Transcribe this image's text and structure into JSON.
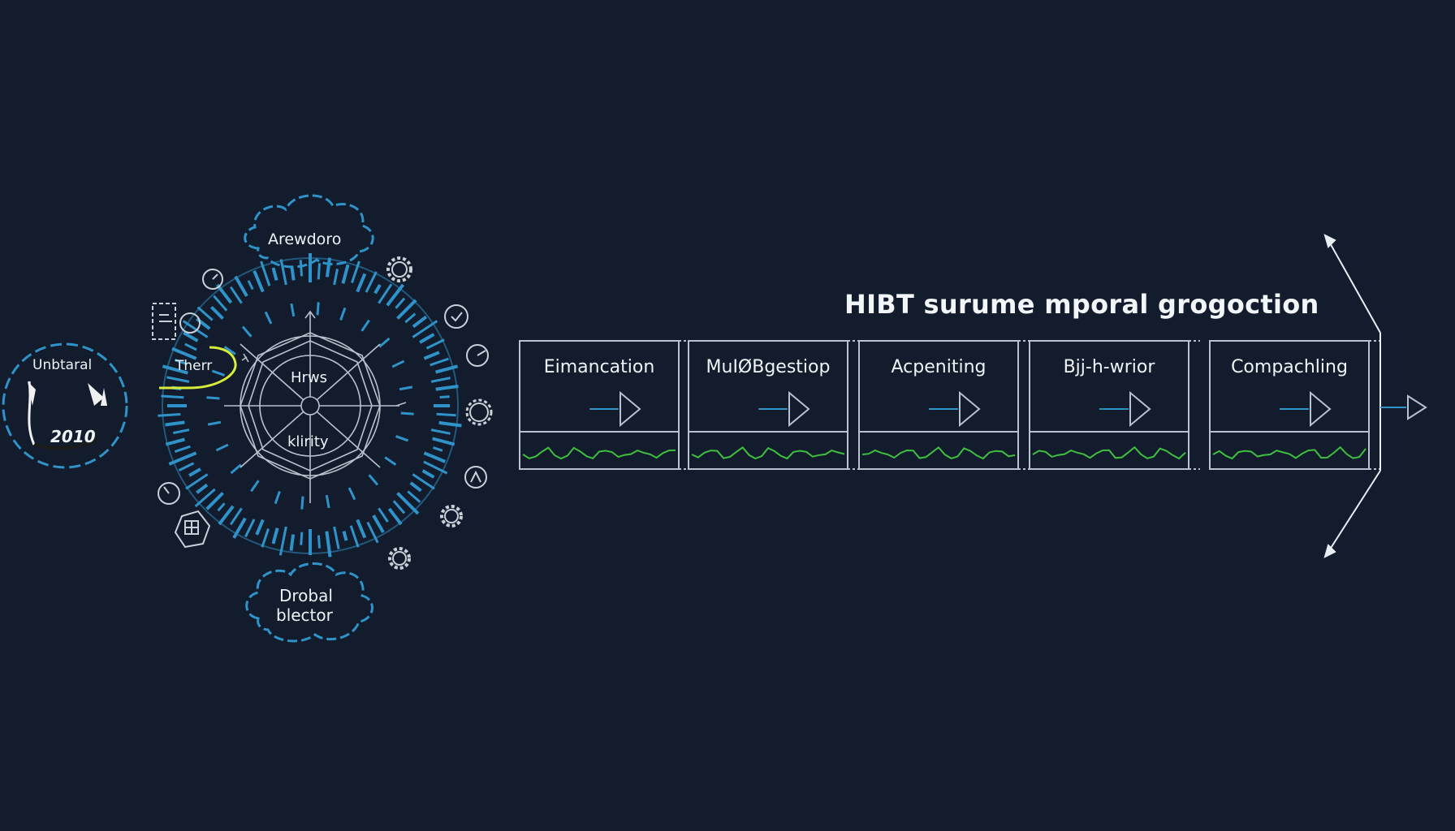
{
  "diagram": {
    "title": "HIBT surume mporal grogoction",
    "center_badge": {
      "label": "Unbtaral",
      "year": "2010"
    },
    "hub": {
      "top_cloud": "Arewdoro",
      "bottom_cloud_line1": "Drobal",
      "bottom_cloud_line2": "blector",
      "side_label": "Therr",
      "inner_upper": "Hrws",
      "inner_lower": "klirity"
    },
    "pipeline": {
      "stages": [
        {
          "label": "Eimancation"
        },
        {
          "label": "MuIØBgestiop"
        },
        {
          "label": "Acpeniting"
        },
        {
          "label": "Bjj-h-wrior"
        },
        {
          "label": "Compachling"
        }
      ]
    },
    "colors": {
      "background": "#121c2c",
      "accent_blue": "#2f93c9",
      "line_gray": "#b8c2cc",
      "signal_green": "#3fbf3f",
      "highlight_yellow": "#d8ec3a"
    }
  }
}
